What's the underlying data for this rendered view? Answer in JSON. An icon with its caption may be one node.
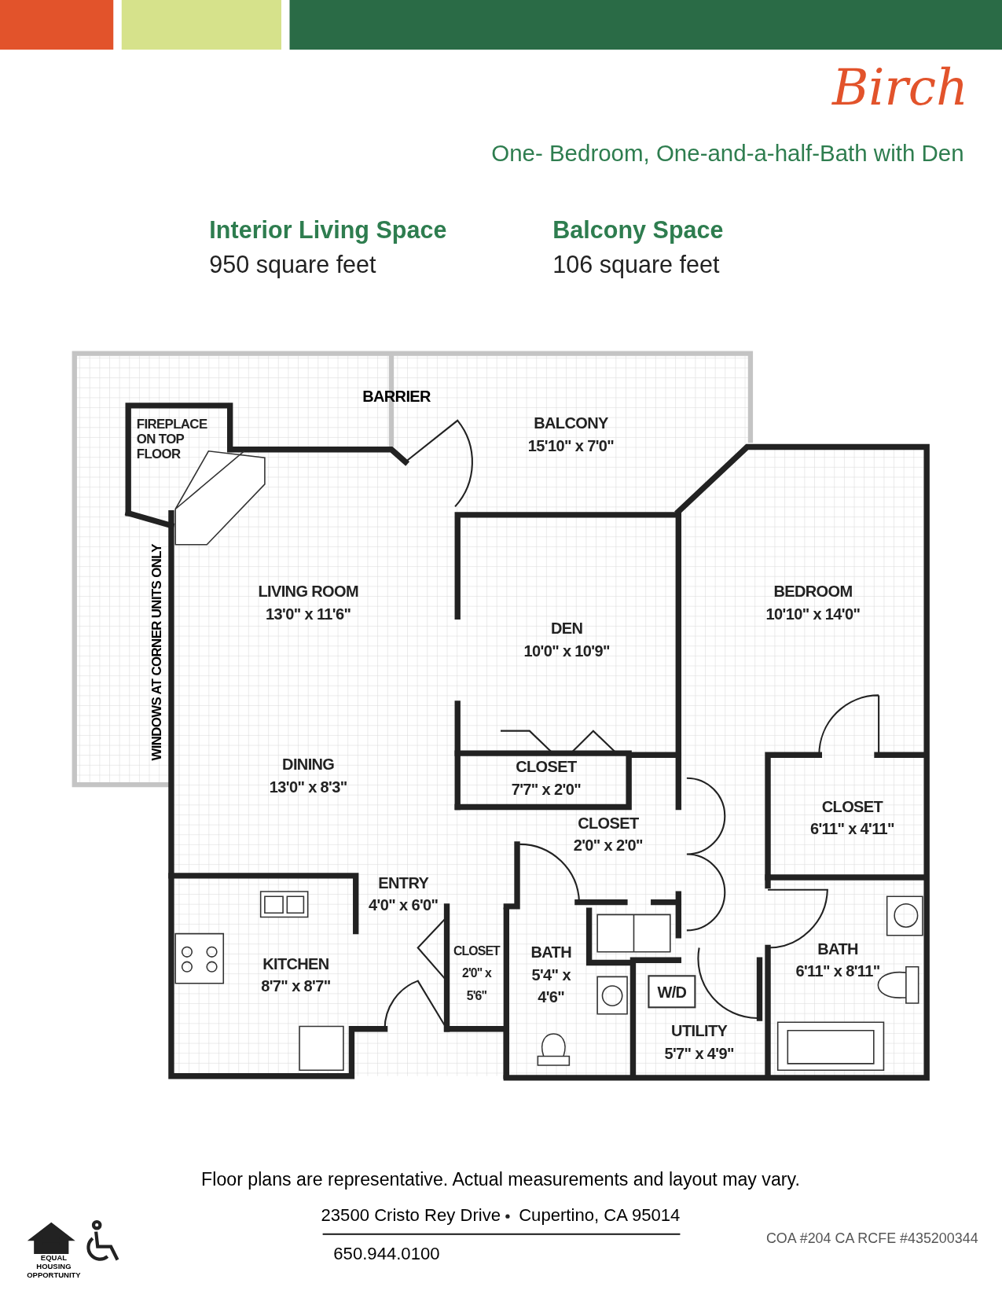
{
  "diagram": {
    "title": "Birch",
    "nodes": [
      {
        "text": [
          "BALCONY",
          "15'10\" x 7'0\""
        ]
      },
      {
        "text": [
          "FIREPLACE ON TOP FLOOR"
        ]
      },
      {
        "text": [
          "LIVING ROOM",
          "13'0\" x 11'6\""
        ]
      },
      {
        "text": [
          "DEN",
          "10'0\" x 10'9\""
        ]
      },
      {
        "text": [
          "BEDROOM",
          "10'10\" x 14'0\""
        ]
      },
      {
        "text": [
          "DINING",
          "13'0\" x 8'3\""
        ]
      },
      {
        "text": [
          "CLOSET",
          "7'7\" x 2'0\""
        ]
      },
      {
        "text": [
          "CLOSET",
          "6'11\" x 4'11\""
        ]
      },
      {
        "text": [
          "CLOSET",
          "2'0\" x 2'0\""
        ]
      },
      {
        "text": [
          "ENTRY",
          "4'0\" x 6'0\""
        ]
      },
      {
        "text": [
          "CLOSET",
          "2'0\" x 5'6\""
        ]
      },
      {
        "text": [
          "BATH",
          "5'4\" x 4'6\""
        ]
      },
      {
        "text": [
          "BATH",
          "6'11\" x 8'11\""
        ]
      },
      {
        "text": [
          "KITCHEN",
          "8'7\" x 8'7\""
        ]
      },
      {
        "text": [
          "UTILITY",
          "5'7\" x 4'9\""
        ]
      },
      {
        "text": [
          "W/D"
        ],
        "in": 14
      }
    ],
    "labels": [
      "One- Bedroom, One-and-a-half-Bath with Den",
      "Interior Living Space",
      "950 square feet",
      "Balcony Space",
      "106 square feet",
      "BARRIER",
      "WINDOWS AT CORNER UNITS ONLY",
      "Floor plans are representative. Actual measurements and layout may vary.",
      "23500 Cristo Rey Drive",
      "Cupertino, CA 95014",
      "650.944.0100",
      "COA #204 CA RCFE #435200344",
      "EQUAL HOUSING OPPORTUNITY"
    ]
  }
}
